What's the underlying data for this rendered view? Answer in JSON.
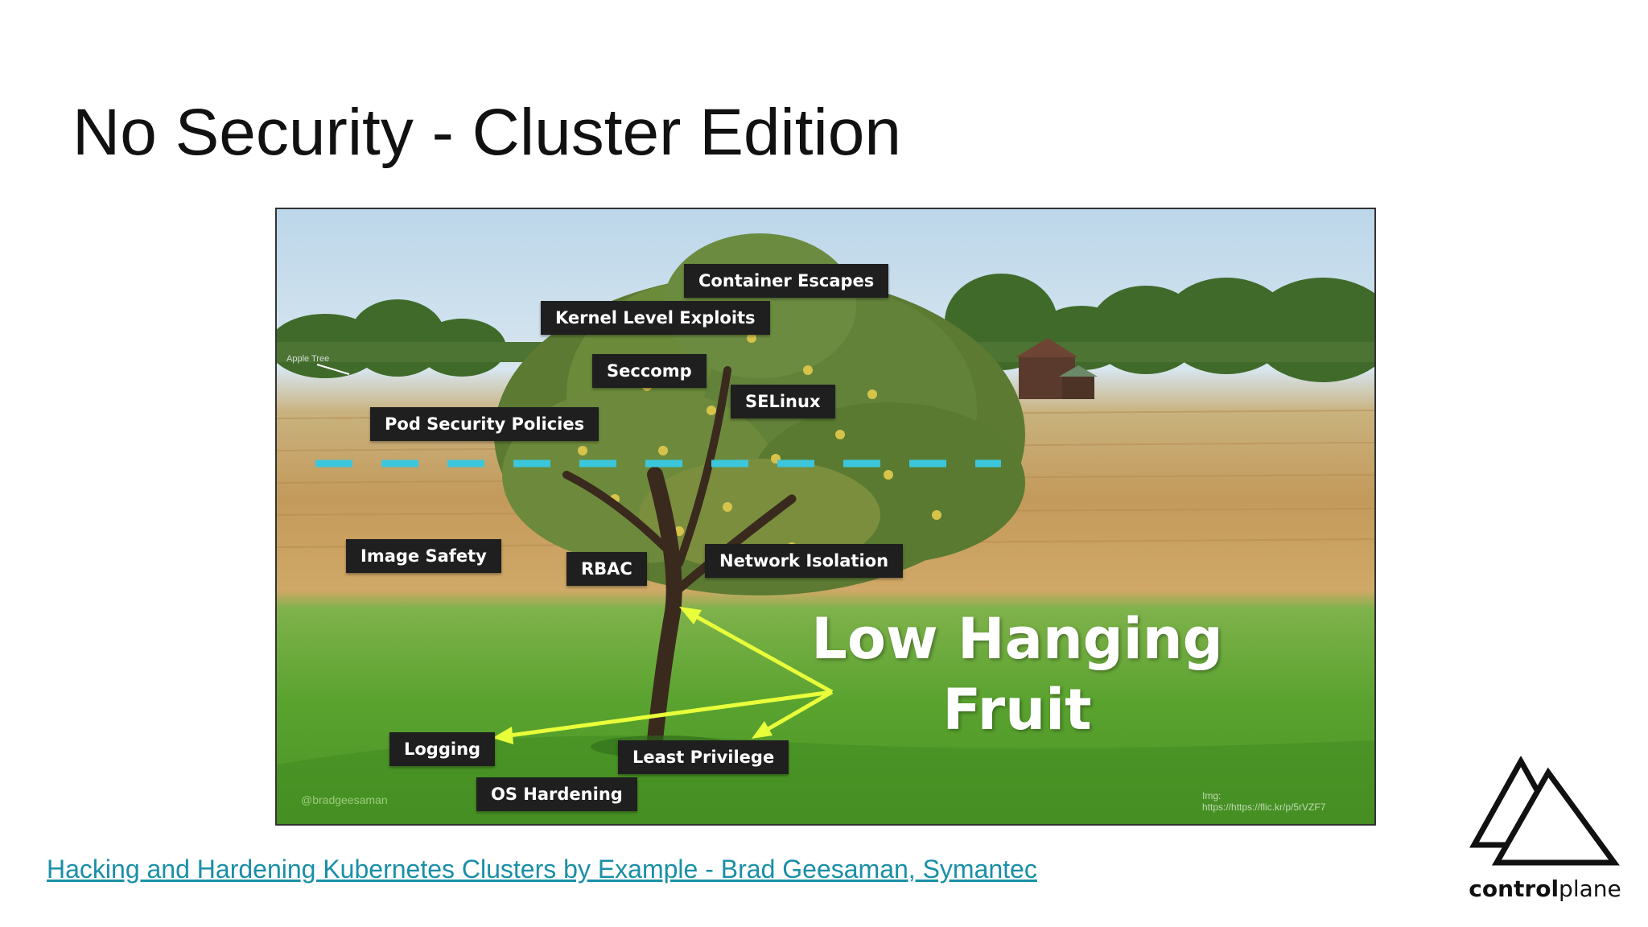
{
  "slide": {
    "title": "No Security - Cluster Edition",
    "reference_link": "Hacking and Hardening Kubernetes Clusters by Example - Brad Geesaman, Symantec"
  },
  "image": {
    "tags": {
      "container_escapes": "Container Escapes",
      "kernel_level_exploits": "Kernel Level Exploits",
      "seccomp": "Seccomp",
      "selinux": "SELinux",
      "pod_security_policies": "Pod Security Policies",
      "image_safety": "Image Safety",
      "rbac": "RBAC",
      "network_isolation": "Network Isolation",
      "logging": "Logging",
      "least_privilege": "Least Privilege",
      "os_hardening": "OS Hardening"
    },
    "headline_line1": "Low Hanging",
    "headline_line2": "Fruit",
    "small_label": "Apple Tree",
    "handle": "@bradgeesaman",
    "credit_line1": "Img:",
    "credit_line2": "https://https://flic.kr/p/5rVZF7",
    "colors": {
      "dash_line": "#3cc6dc",
      "arrow": "#e8ff3a",
      "tag_bg": "#1f1f1f"
    }
  },
  "brand": {
    "name_bold": "control",
    "name_regular": "plane"
  }
}
